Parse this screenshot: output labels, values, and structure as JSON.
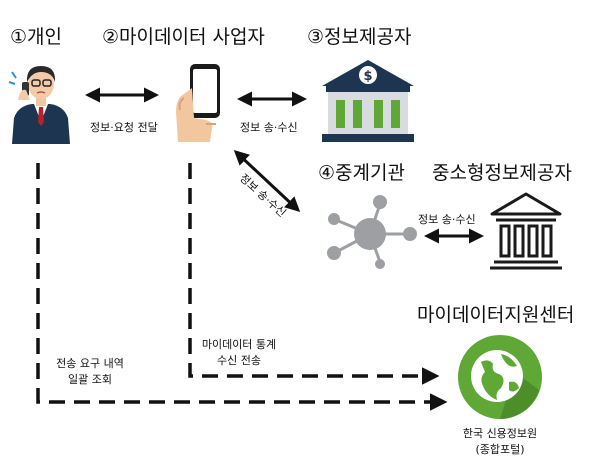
{
  "nodes": {
    "individual": {
      "title": "①개인"
    },
    "mydata_operator": {
      "title": "②마이데이터 사업자"
    },
    "info_provider": {
      "title": "③정보제공자"
    },
    "broker": {
      "title": "④중계기관"
    },
    "sme_provider": {
      "title": "중소형정보제공자"
    },
    "support_center": {
      "title": "마이데이터지원센터",
      "org_line1": "한국 신용정보원",
      "org_line2": "(종합포털)"
    }
  },
  "edges": {
    "individual_operator": "정보·요청 전달",
    "operator_provider": "정보 송·수신",
    "operator_broker": "정보 송·수신",
    "broker_sme": "정보 송·수신",
    "individual_center_line1": "전송 요구 내역",
    "individual_center_line2": "일괄 조회",
    "operator_center_line1": "마이데이터 통계",
    "operator_center_line2": "수신 전송"
  },
  "icons": {
    "individual": "person-phone-icon",
    "operator": "hand-smartphone-icon",
    "provider": "bank-building-icon",
    "broker": "network-hub-icon",
    "sme": "small-bank-icon",
    "center": "globe-icon"
  },
  "colors": {
    "navy": "#1d3550",
    "bank_body": "#d8dce0",
    "hub": "#9e9fa3",
    "globe_green": "#5fa836",
    "ink": "#111111"
  }
}
